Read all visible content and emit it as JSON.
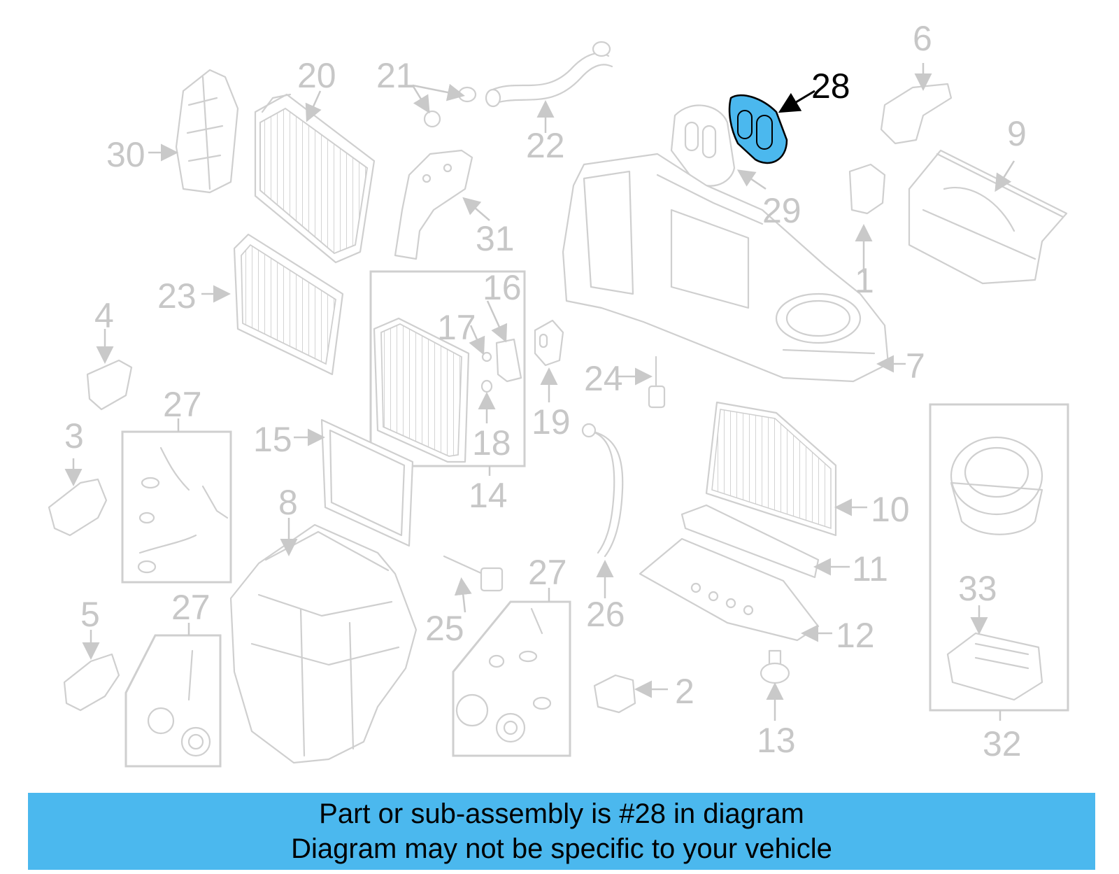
{
  "diagram": {
    "highlighted_part": "28",
    "highlight_color": "#4bb8ee",
    "callouts": [
      "1",
      "2",
      "3",
      "4",
      "5",
      "6",
      "7",
      "8",
      "9",
      "10",
      "11",
      "12",
      "13",
      "14",
      "15",
      "16",
      "17",
      "18",
      "19",
      "20",
      "21",
      "22",
      "23",
      "24",
      "25",
      "26",
      "27",
      "28",
      "29",
      "30",
      "31",
      "32",
      "33"
    ],
    "callout_27_count": 3
  },
  "banner": {
    "line1": "Part or sub-assembly is #28 in diagram",
    "line2": "Diagram may not be specific to your vehicle",
    "background": "#4bb8ee"
  }
}
